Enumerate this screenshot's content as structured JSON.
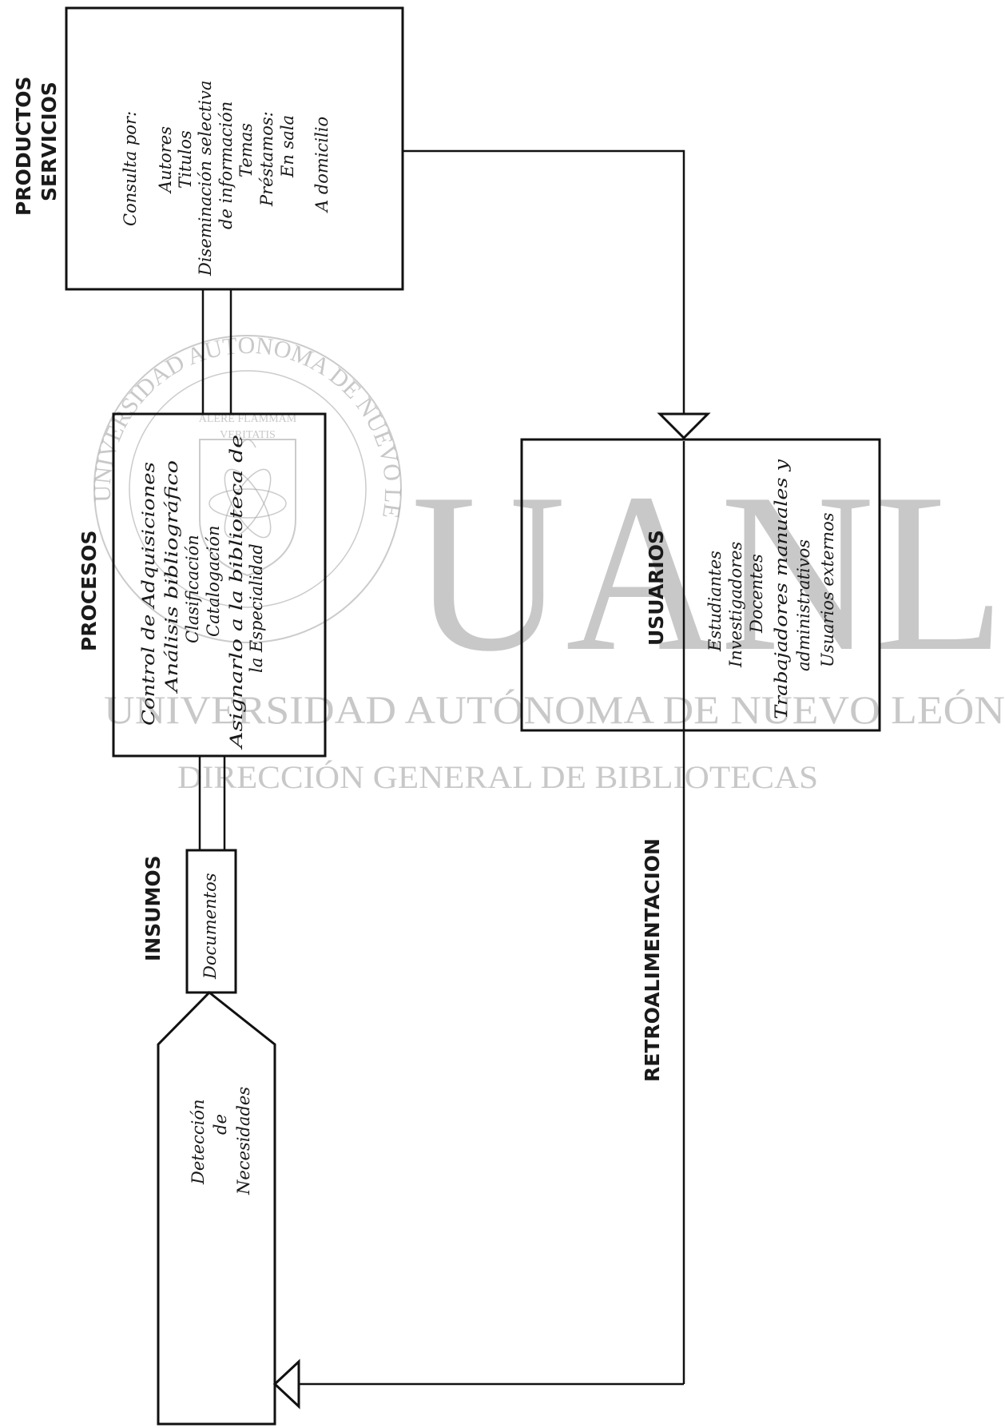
{
  "watermark": {
    "big": "UANL",
    "university": "UNIVERSIDAD AUTÓNOMA DE NUEVO LEÓN",
    "direction": "DIRECCIÓN GENERAL DE BIBLIOTECAS",
    "seal_text": "UNIVERSIDAD AUTONOMA DE NUEVO LEON",
    "seal_motto_1": "ALERE FLAMMAM",
    "seal_motto_2": "VERITATIS"
  },
  "headings": {
    "productos": "PRODUCTOS",
    "servicios": "SERVICIOS",
    "procesos": "PROCESOS",
    "insumos": "INSUMOS",
    "usuarios": "USUARIOS",
    "retroalimentacion": "RETROALIMENTACION"
  },
  "productos_box": {
    "lines": [
      "Consulta por:",
      "Autores",
      "Titulos",
      "Diseminación selectiva",
      "de información",
      "Temas",
      "Préstamos:",
      "En sala",
      "A domicilio"
    ]
  },
  "procesos_box": {
    "lines": [
      "Control de Adquisiciones",
      "Análisis bibliográfico",
      "Clasificación",
      "Catalogación",
      "Asignarlo a la biblioteca de",
      "la Especialidad"
    ]
  },
  "insumos_box": {
    "lines": [
      "Documentos"
    ]
  },
  "deteccion_box": {
    "lines": [
      "Detección",
      "de",
      "Necesidades"
    ]
  },
  "usuarios_box": {
    "lines": [
      "Estudiantes",
      "Investigadores",
      "Docentes",
      "Trabajadores manuales y",
      "administrativos",
      "Usuarios externos"
    ]
  }
}
